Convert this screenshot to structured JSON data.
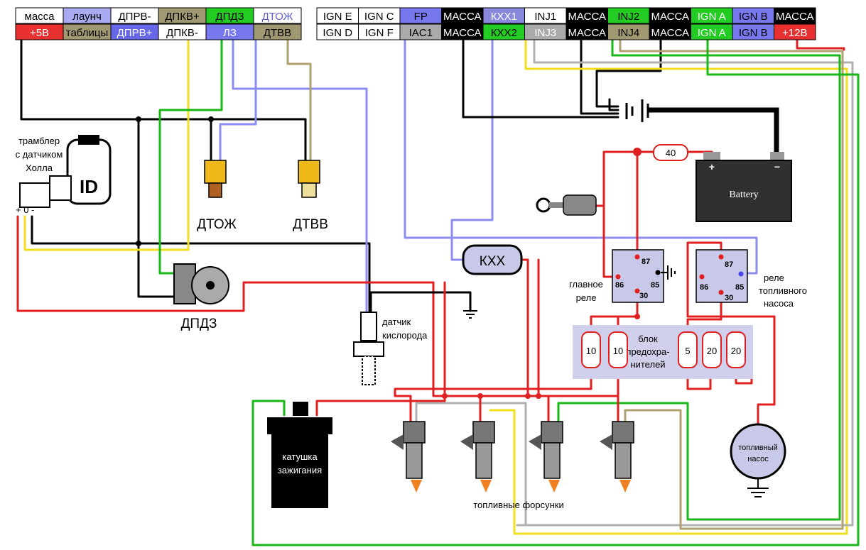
{
  "connector_left": {
    "top": [
      {
        "text": "масса",
        "bg": "#ffffff",
        "fg": "#000000"
      },
      {
        "text": "лаунч",
        "bg": "#aaaaf0",
        "fg": "#000000"
      },
      {
        "text": "ДПРВ-",
        "bg": "#ffffff",
        "fg": "#000000"
      },
      {
        "text": "ДПКВ+",
        "bg": "#a09870",
        "fg": "#000000"
      },
      {
        "text": "ДПДЗ",
        "bg": "#22cc22",
        "fg": "#000000"
      },
      {
        "text": "ДТОЖ",
        "bg": "#ffffff",
        "fg": "#6060d0"
      }
    ],
    "bottom": [
      {
        "text": "+5В",
        "bg": "#e83030",
        "fg": "#ffffff"
      },
      {
        "text": "таблицы",
        "bg": "#a09870",
        "fg": "#000000"
      },
      {
        "text": "ДПРВ+",
        "bg": "#6666e8",
        "fg": "#ffffff"
      },
      {
        "text": "ДПКВ-",
        "bg": "#ffffff",
        "fg": "#000000"
      },
      {
        "text": "ЛЗ",
        "bg": "#7878ee",
        "fg": "#ffffff"
      },
      {
        "text": "ДТВВ",
        "bg": "#a09870",
        "fg": "#000000"
      }
    ]
  },
  "connector_right": {
    "top": [
      {
        "text": "IGN E",
        "bg": "#ffffff",
        "fg": "#000000"
      },
      {
        "text": "IGN C",
        "bg": "#ffffff",
        "fg": "#000000"
      },
      {
        "text": "FP",
        "bg": "#7878ee",
        "fg": "#000000"
      },
      {
        "text": "МАССА",
        "bg": "#000000",
        "fg": "#ffffff"
      },
      {
        "text": "КХХ1",
        "bg": "#8888dd",
        "fg": "#ffffff"
      },
      {
        "text": "INJ1",
        "bg": "#ffffff",
        "fg": "#000000"
      },
      {
        "text": "МАССА",
        "bg": "#000000",
        "fg": "#ffffff"
      },
      {
        "text": "INJ2",
        "bg": "#22cc22",
        "fg": "#000000"
      },
      {
        "text": "МАССА",
        "bg": "#000000",
        "fg": "#ffffff"
      },
      {
        "text": "IGN A",
        "bg": "#22cc22",
        "fg": "#ffffff"
      },
      {
        "text": "IGN B",
        "bg": "#7878ee",
        "fg": "#000000"
      },
      {
        "text": "МАССА",
        "bg": "#000000",
        "fg": "#ffffff"
      }
    ],
    "bottom": [
      {
        "text": "IGN D",
        "bg": "#ffffff",
        "fg": "#000000"
      },
      {
        "text": "IGN F",
        "bg": "#ffffff",
        "fg": "#000000"
      },
      {
        "text": "IAC1",
        "bg": "#aaaaaa",
        "fg": "#000000"
      },
      {
        "text": "МАССА",
        "bg": "#000000",
        "fg": "#ffffff"
      },
      {
        "text": "КХХ2",
        "bg": "#22cc22",
        "fg": "#000000"
      },
      {
        "text": "INJ3",
        "bg": "#aaaaaa",
        "fg": "#ffffff"
      },
      {
        "text": "МАССА",
        "bg": "#000000",
        "fg": "#ffffff"
      },
      {
        "text": "INJ4",
        "bg": "#a09870",
        "fg": "#000000"
      },
      {
        "text": "МАССА",
        "bg": "#000000",
        "fg": "#ffffff"
      },
      {
        "text": "IGN A",
        "bg": "#22cc22",
        "fg": "#ffffff"
      },
      {
        "text": "IGN B",
        "bg": "#7878ee",
        "fg": "#000000"
      },
      {
        "text": "+12В",
        "bg": "#e83030",
        "fg": "#ffffff"
      }
    ]
  },
  "labels": {
    "distributor": [
      "трамблер",
      "с датчиком",
      "Холла"
    ],
    "distributor_id": "ID",
    "distributor_pins": "+ 0 -",
    "dtozh": "ДТОЖ",
    "dtvv": "ДТВВ",
    "dpdz": "ДПДЗ",
    "oxygen_sensor": [
      "датчик",
      "кислорода"
    ],
    "kxx": "КХХ",
    "ignition_coil": [
      "катушка",
      "зажигания"
    ],
    "injectors": "топливные форсунки",
    "fuel_pump": [
      "топливный",
      "насос"
    ],
    "battery": "Battery",
    "battery_plus": "+",
    "battery_minus": "−",
    "main_fuse": "40",
    "main_relay": [
      "главное",
      "реле"
    ],
    "fuel_pump_relay": [
      "реле",
      "топливного",
      "насоса"
    ],
    "fuse_block": [
      "блок",
      "предохра-",
      "нителей"
    ],
    "relay_pins": {
      "p87": "87",
      "p86": "86",
      "p85": "85",
      "p30": "30"
    }
  },
  "fuses": [
    "10",
    "10",
    "5",
    "20",
    "20"
  ],
  "colors": {
    "wire_red": "#e02020",
    "wire_black": "#000000",
    "wire_yellow": "#f0e020",
    "wire_green": "#18b818",
    "wire_blue": "#8c8cf0",
    "wire_tan": "#b0a070",
    "wire_gray": "#b0b0b0",
    "relay_fill": "#c8c8e8",
    "fuse_block_fill": "#d0d0ec"
  }
}
